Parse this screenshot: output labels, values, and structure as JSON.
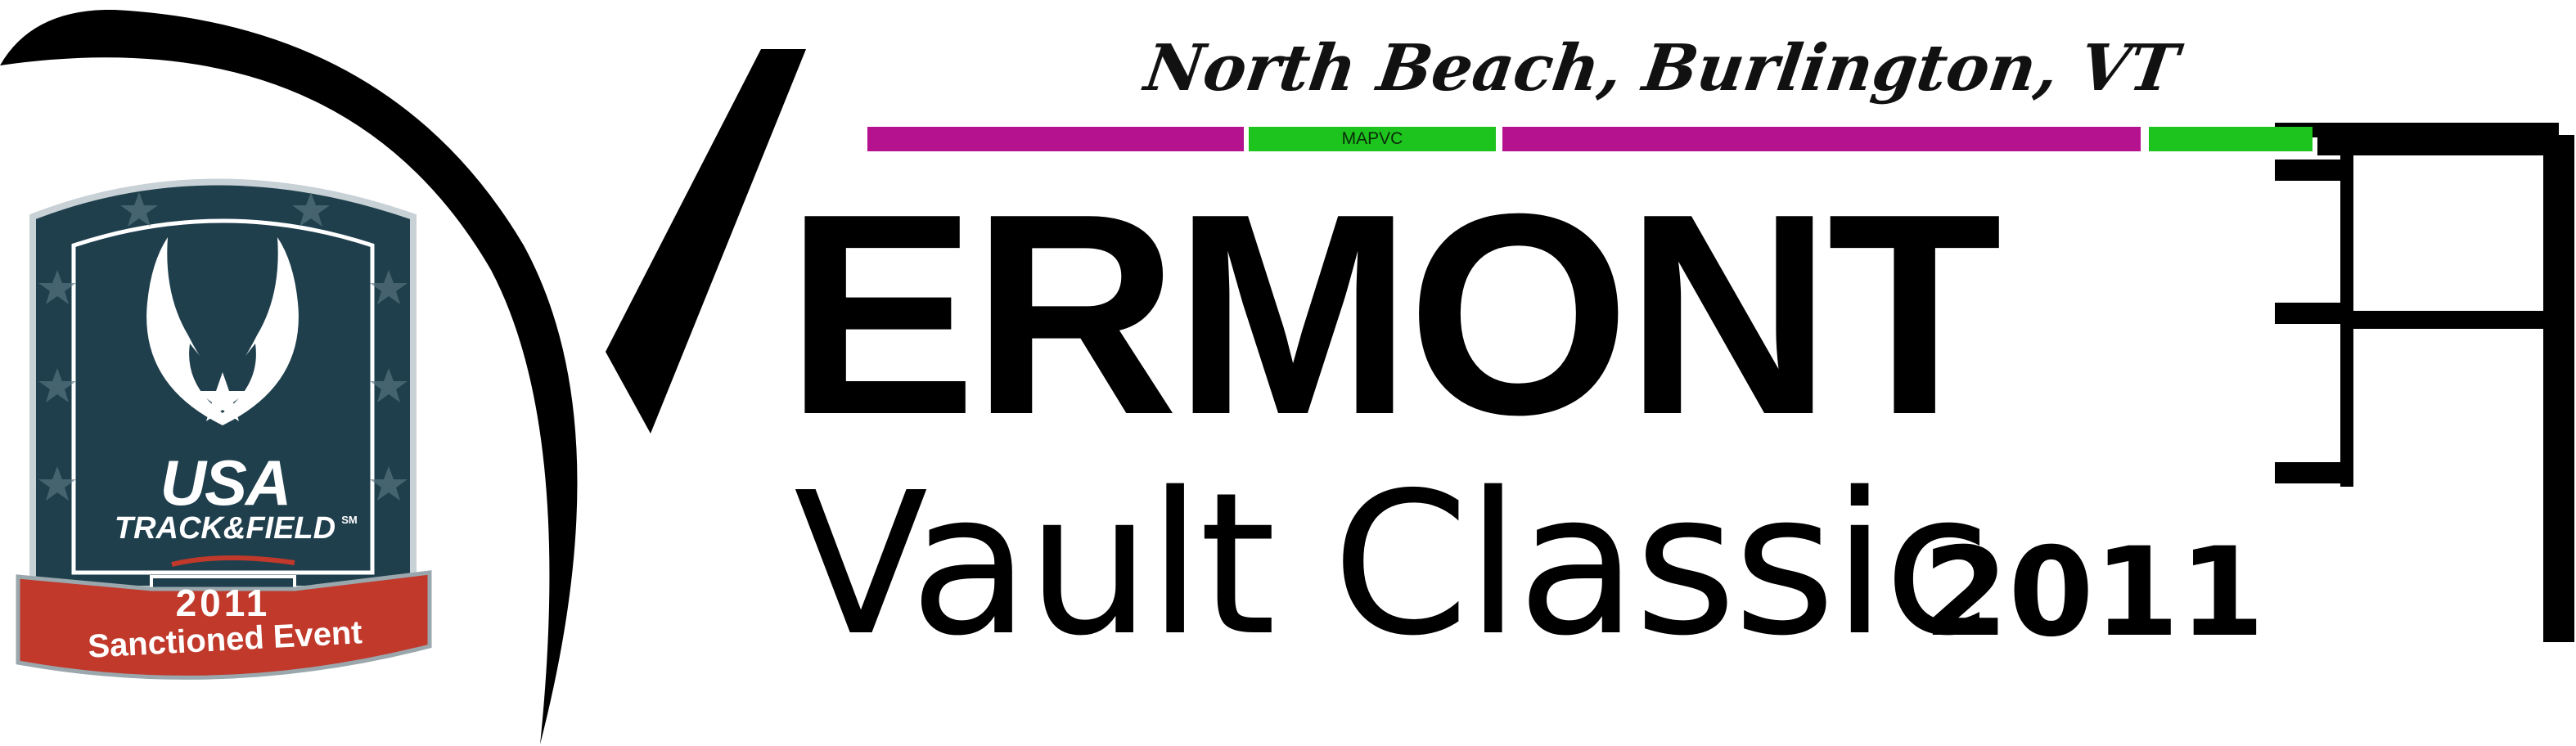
{
  "location": "North Beach, Burlington, VT",
  "sponsor_bar_label": "MAPVC",
  "title_main": "ERMONT",
  "title_sub": "Vault Classic",
  "title_year": "2011",
  "badge": {
    "org_line1": "USA",
    "org_line2": "TRACK&FIELD",
    "service_mark": "SM",
    "year": "2011",
    "ribbon": "Sanctioned Event"
  },
  "colors": {
    "magenta_bar": "#b5128f",
    "green_bar": "#1ec41e",
    "badge_navy": "#1f3f4d",
    "ribbon_red": "#c0392b"
  }
}
